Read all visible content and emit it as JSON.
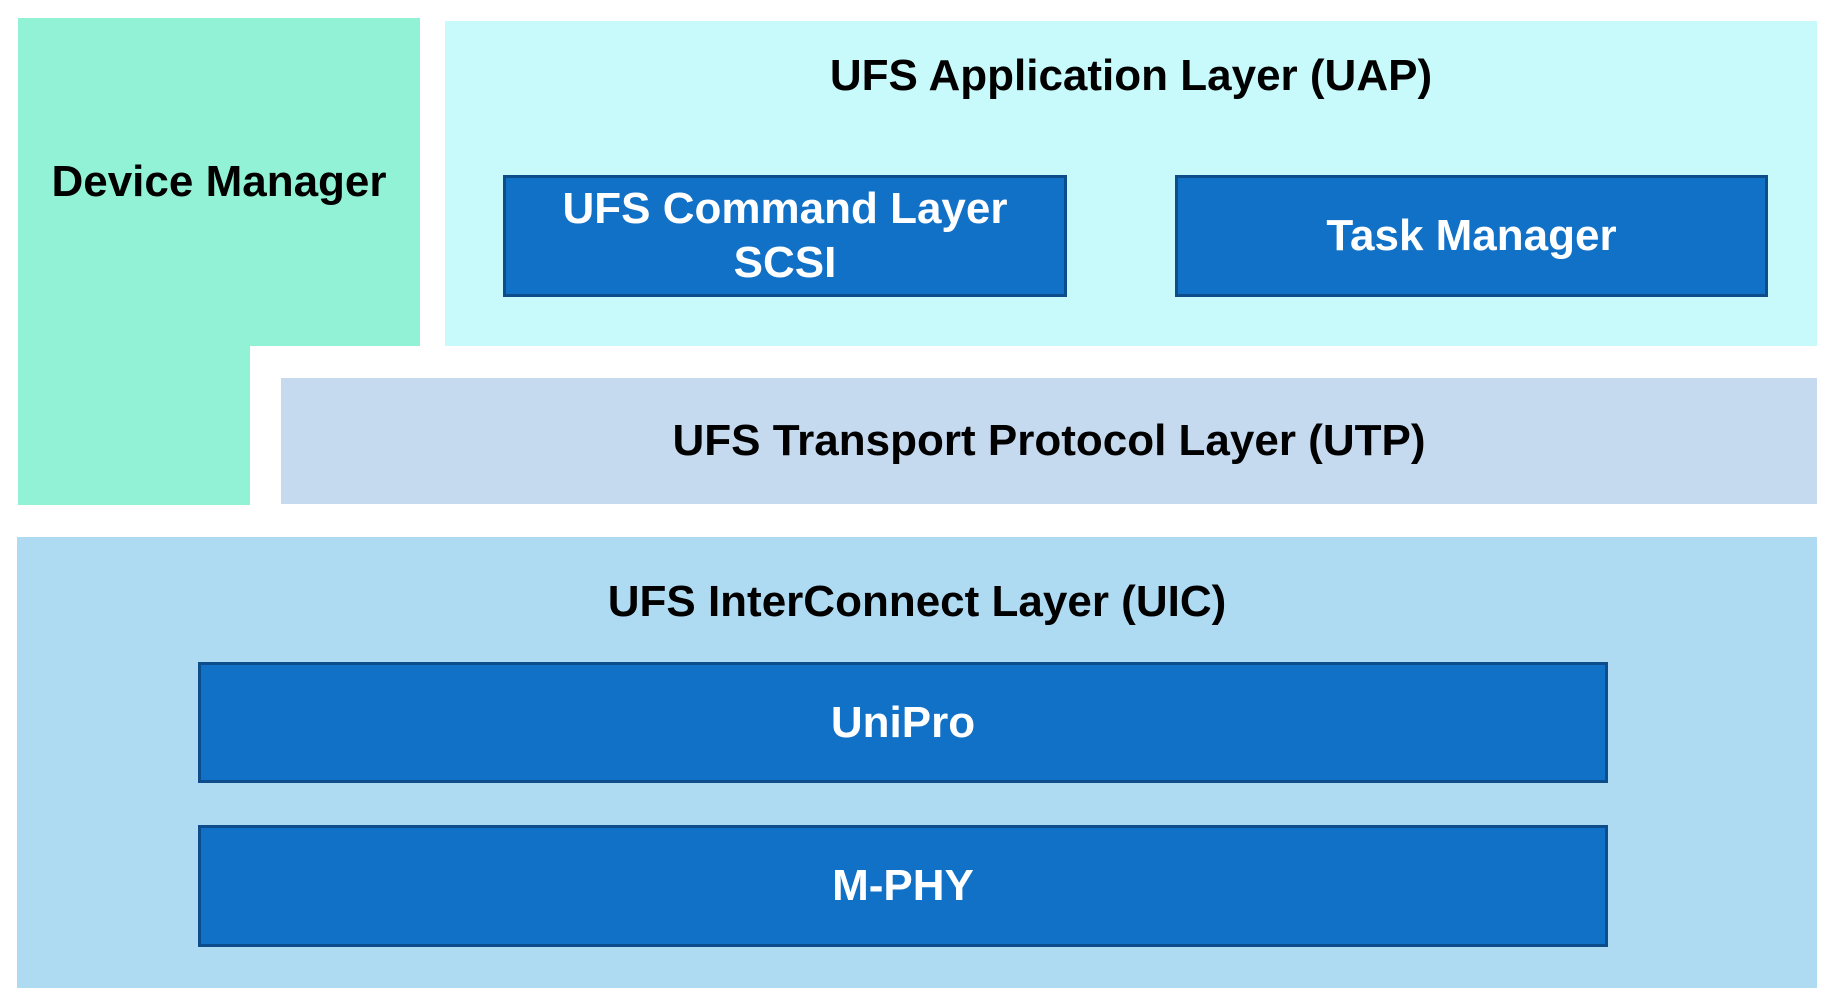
{
  "colors": {
    "device_manager_bg": "#92F2D6",
    "uap_bg": "#C8F9FB",
    "utp_bg": "#C5D9EF",
    "uic_bg": "#AEDBF2",
    "box_fill": "#1171C7",
    "box_border": "#0D4D8C",
    "title_text": "#000000",
    "box_text": "#FFFFFF"
  },
  "device_manager": {
    "label": "Device Manager"
  },
  "uap": {
    "title": "UFS Application Layer (UAP)",
    "command_box": {
      "line1": "UFS Command Layer",
      "line2": "SCSI"
    },
    "task_box": {
      "label": "Task Manager"
    }
  },
  "utp": {
    "title": "UFS Transport Protocol Layer (UTP)"
  },
  "uic": {
    "title": "UFS InterConnect Layer (UIC)",
    "unipro_box": {
      "label": "UniPro"
    },
    "mphy_box": {
      "label": "M-PHY"
    }
  }
}
